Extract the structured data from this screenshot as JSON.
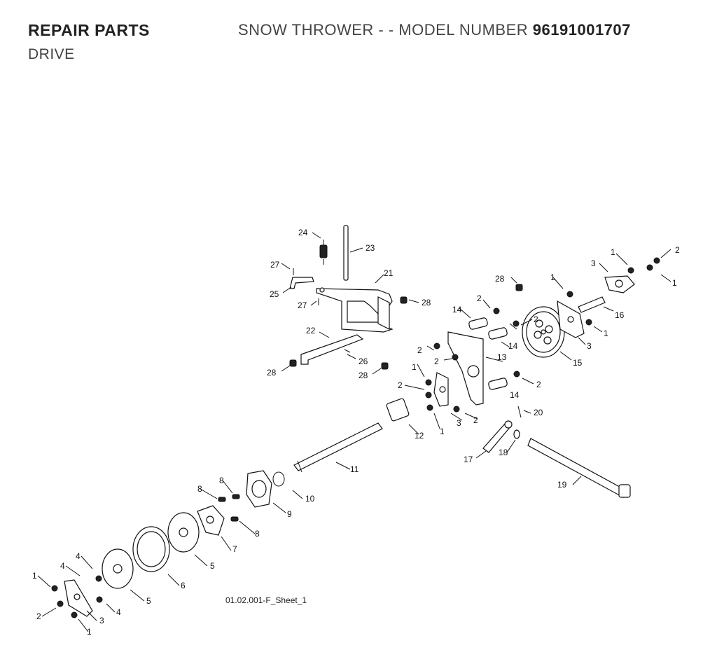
{
  "header": {
    "section": "REPAIR PARTS",
    "subsection": "DRIVE",
    "product_prefix": "SNOW THROWER - - MODEL NUMBER",
    "model_number": "96191001707"
  },
  "sheet_id": "01.02.001-F_Sheet_1",
  "callouts": [
    {
      "n": "24"
    },
    {
      "n": "23"
    },
    {
      "n": "21"
    },
    {
      "n": "27"
    },
    {
      "n": "25"
    },
    {
      "n": "27"
    },
    {
      "n": "28"
    },
    {
      "n": "22"
    },
    {
      "n": "26"
    },
    {
      "n": "28"
    },
    {
      "n": "28"
    },
    {
      "n": "28"
    },
    {
      "n": "1"
    },
    {
      "n": "2"
    },
    {
      "n": "3"
    },
    {
      "n": "1"
    },
    {
      "n": "1"
    },
    {
      "n": "16"
    },
    {
      "n": "1"
    },
    {
      "n": "3"
    },
    {
      "n": "2"
    },
    {
      "n": "14"
    },
    {
      "n": "2"
    },
    {
      "n": "14"
    },
    {
      "n": "15"
    },
    {
      "n": "2"
    },
    {
      "n": "2"
    },
    {
      "n": "13"
    },
    {
      "n": "1"
    },
    {
      "n": "2"
    },
    {
      "n": "14"
    },
    {
      "n": "2"
    },
    {
      "n": "20"
    },
    {
      "n": "3"
    },
    {
      "n": "2"
    },
    {
      "n": "1"
    },
    {
      "n": "12"
    },
    {
      "n": "17"
    },
    {
      "n": "18"
    },
    {
      "n": "19"
    },
    {
      "n": "11"
    },
    {
      "n": "10"
    },
    {
      "n": "8"
    },
    {
      "n": "8"
    },
    {
      "n": "9"
    },
    {
      "n": "8"
    },
    {
      "n": "7"
    },
    {
      "n": "5"
    },
    {
      "n": "6"
    },
    {
      "n": "4"
    },
    {
      "n": "4"
    },
    {
      "n": "5"
    },
    {
      "n": "1"
    },
    {
      "n": "4"
    },
    {
      "n": "3"
    },
    {
      "n": "2"
    },
    {
      "n": "1"
    }
  ]
}
